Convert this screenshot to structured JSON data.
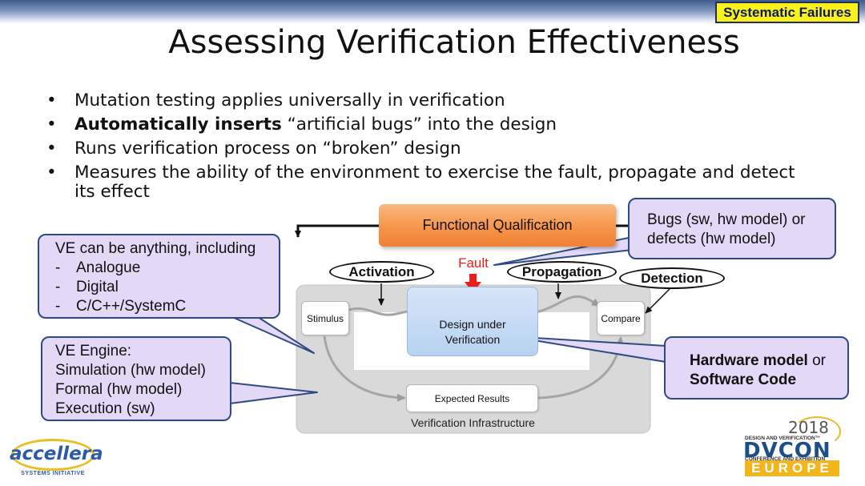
{
  "header": {
    "tag": "Systematic Failures"
  },
  "title": "Assessing Verification Effectiveness",
  "bullets": {
    "b1": "Mutation testing applies universally in verification",
    "b2_bold": "Automatically inserts",
    "b2_rest": " “artificial bugs” into the design",
    "b3": "Runs verification process on “broken” design",
    "b4_line1": "Measures the ability of the environment to exercise the fault, propagate and detect",
    "b4_line2": "its effect"
  },
  "diagram": {
    "functional_qualification": "Functional Qualification",
    "fault": "Fault",
    "activation": "Activation",
    "propagation": "Propagation",
    "detection": "Detection",
    "stimulus": "Stimulus",
    "compare": "Compare",
    "dut_line1": "Design under",
    "dut_line2": "Verification",
    "expected_results": "Expected Results",
    "infrastructure": "Verification Infrastructure"
  },
  "callouts": {
    "bugs_line1": "Bugs (sw, hw model) or",
    "bugs_line2": "defects (hw model)",
    "ve_title": "VE can be anything, including",
    "ve_items": [
      "Analogue",
      "Digital",
      "C/C++/SystemC"
    ],
    "ve_dash": "-",
    "engine_title": "VE Engine:",
    "engine_items": [
      "Simulation (hw model)",
      "Formal (hw model)",
      "Execution (sw)"
    ],
    "hw_bold1": "Hardware model",
    "hw_rest1": " or",
    "hw_bold2": "Software Code"
  },
  "logos": {
    "accellera": "accellera",
    "accellera_sub": "SYSTEMS INITIATIVE",
    "dvcon_year": "2018",
    "dvcon_top": "DESIGN AND VERIFICATION™",
    "dvcon_name": "DVCON",
    "dvcon_sub": "CONFERENCE AND EXHIBITION",
    "dvcon_region": "EUROPE"
  },
  "colors": {
    "tag_bg": "#fbf11a",
    "callout_bg": "#e4d8f7",
    "callout_border": "#2f4a82",
    "fq_orange": "#f79548",
    "fault_red": "#e8201b",
    "dut_blue": "#c4dbf4"
  }
}
